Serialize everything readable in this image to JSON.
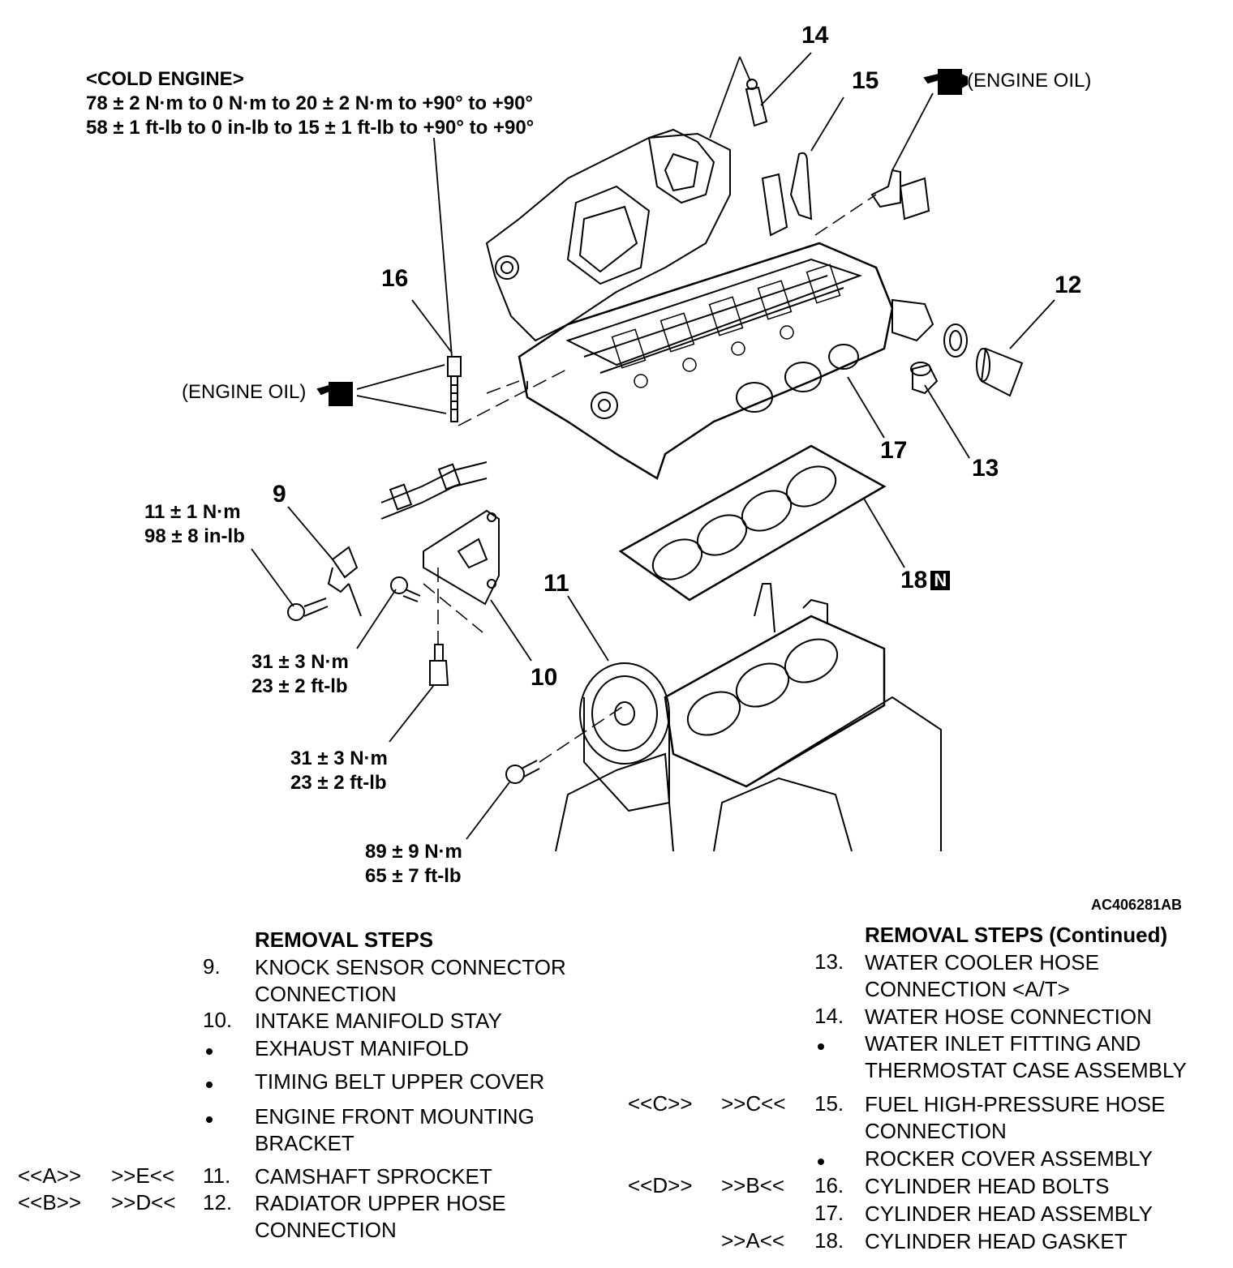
{
  "torque": {
    "cold_engine": "<COLD ENGINE>",
    "cold_nm": "78 ± 2 N·m to 0 N·m to 20 ± 2 N·m to +90° to +90°",
    "cold_ftlb": "58 ± 1 ft-lb to 0 in-lb to 15 ± 1 ft-lb to +90° to +90°",
    "knock_nm": "11 ± 1 N·m",
    "knock_inlb": "98 ± 8 in-lb",
    "stay1_nm": "31 ± 3 N·m",
    "stay1_ftlb": "23 ± 2 ft-lb",
    "stay2_nm": "31 ± 3 N·m",
    "stay2_ftlb": "23 ± 2 ft-lb",
    "sprocket_nm": "89 ± 9 N·m",
    "sprocket_ftlb": "65 ± 7 ft-lb"
  },
  "oil_labels": {
    "top": "(ENGINE OIL)",
    "left": "(ENGINE OIL)"
  },
  "callouts": {
    "c9": "9",
    "c10": "10",
    "c11": "11",
    "c12": "12",
    "c13": "13",
    "c14": "14",
    "c15": "15",
    "c16": "16",
    "c17": "17",
    "c18": "18",
    "n_mark": "N"
  },
  "figure_id": "AC406281AB",
  "left_steps": {
    "heading": "REMOVAL STEPS",
    "items": [
      {
        "num": "9.",
        "lines": [
          "KNOCK SENSOR CONNECTOR",
          "CONNECTION"
        ]
      },
      {
        "num": "10.",
        "lines": [
          "INTAKE MANIFOLD STAY"
        ]
      },
      {
        "bullet": true,
        "lines": [
          "EXHAUST MANIFOLD"
        ]
      },
      {
        "bullet": true,
        "lines": [
          "TIMING BELT UPPER COVER"
        ]
      },
      {
        "bullet": true,
        "lines": [
          "ENGINE FRONT MOUNTING",
          "BRACKET"
        ]
      },
      {
        "rem": "<<A>>",
        "inst": ">>E<<",
        "num": "11.",
        "lines": [
          "CAMSHAFT SPROCKET"
        ]
      },
      {
        "rem": "<<B>>",
        "inst": ">>D<<",
        "num": "12.",
        "lines": [
          "RADIATOR UPPER HOSE",
          "CONNECTION"
        ]
      }
    ]
  },
  "right_steps": {
    "heading": "REMOVAL STEPS (Continued)",
    "items": [
      {
        "num": "13.",
        "lines": [
          "WATER COOLER HOSE",
          "CONNECTION <A/T>"
        ]
      },
      {
        "num": "14.",
        "lines": [
          "WATER HOSE CONNECTION"
        ]
      },
      {
        "bullet": true,
        "lines": [
          "WATER INLET FITTING AND",
          "THERMOSTAT CASE ASSEMBLY"
        ]
      },
      {
        "rem": "<<C>>",
        "inst": ">>C<<",
        "num": "15.",
        "lines": [
          "FUEL HIGH-PRESSURE HOSE",
          "CONNECTION"
        ]
      },
      {
        "bullet": true,
        "lines": [
          "ROCKER COVER ASSEMBLY"
        ]
      },
      {
        "rem": "<<D>>",
        "inst": ">>B<<",
        "num": "16.",
        "lines": [
          "CYLINDER HEAD BOLTS"
        ]
      },
      {
        "num": "17.",
        "lines": [
          "CYLINDER HEAD ASSEMBLY"
        ]
      },
      {
        "inst": ">>A<<",
        "num": "18.",
        "lines": [
          "CYLINDER HEAD GASKET"
        ]
      }
    ]
  }
}
